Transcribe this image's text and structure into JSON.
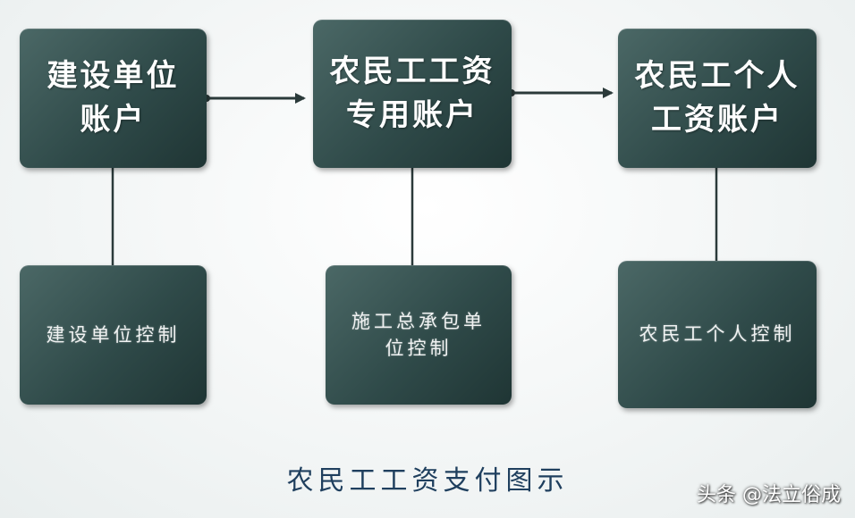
{
  "accounts": [
    {
      "label": "建设单位\n账户"
    },
    {
      "label": "农民工工资\n专用账户"
    },
    {
      "label": "农民工个人\n工资账户"
    }
  ],
  "controls": [
    {
      "label": "建设单位控制"
    },
    {
      "label": "施工总承包单\n位控制"
    },
    {
      "label": "农民工个人控制"
    }
  ],
  "caption": "农民工工资支付图示",
  "watermark": "头条 @法立俗成",
  "colors": {
    "box": "#2f4a49",
    "connector": "#2b3a3a",
    "caption": "#1f3f5e"
  }
}
